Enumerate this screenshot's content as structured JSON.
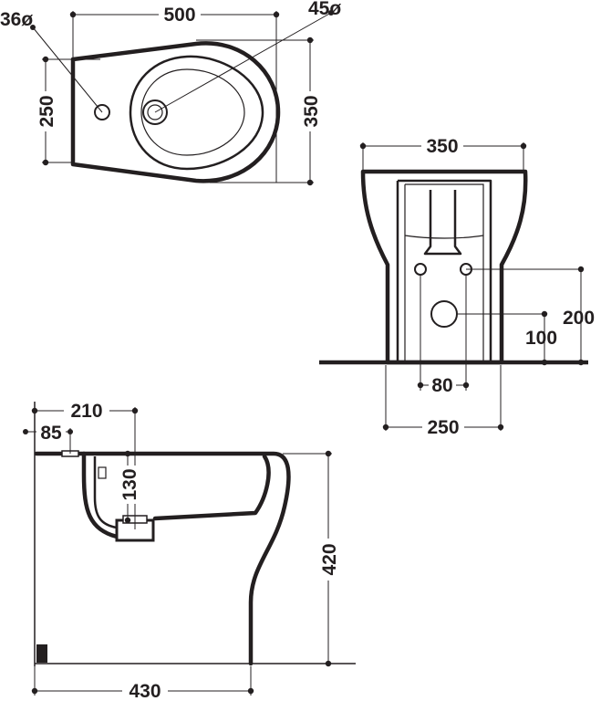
{
  "top_view": {
    "width": "500",
    "depth": "350",
    "tap_hole_offset": "250",
    "tap_hole_diameter": "36ø",
    "drain_diameter": "45ø"
  },
  "rear_view": {
    "width": "350",
    "outlet_height": "200",
    "outlet_height_alt": "100",
    "fixing_spacing": "80",
    "base_width": "250"
  },
  "side_view": {
    "tap_to_back": "210",
    "overflow_to_back": "85",
    "bowl_depth": "130",
    "height": "420",
    "length": "430"
  }
}
